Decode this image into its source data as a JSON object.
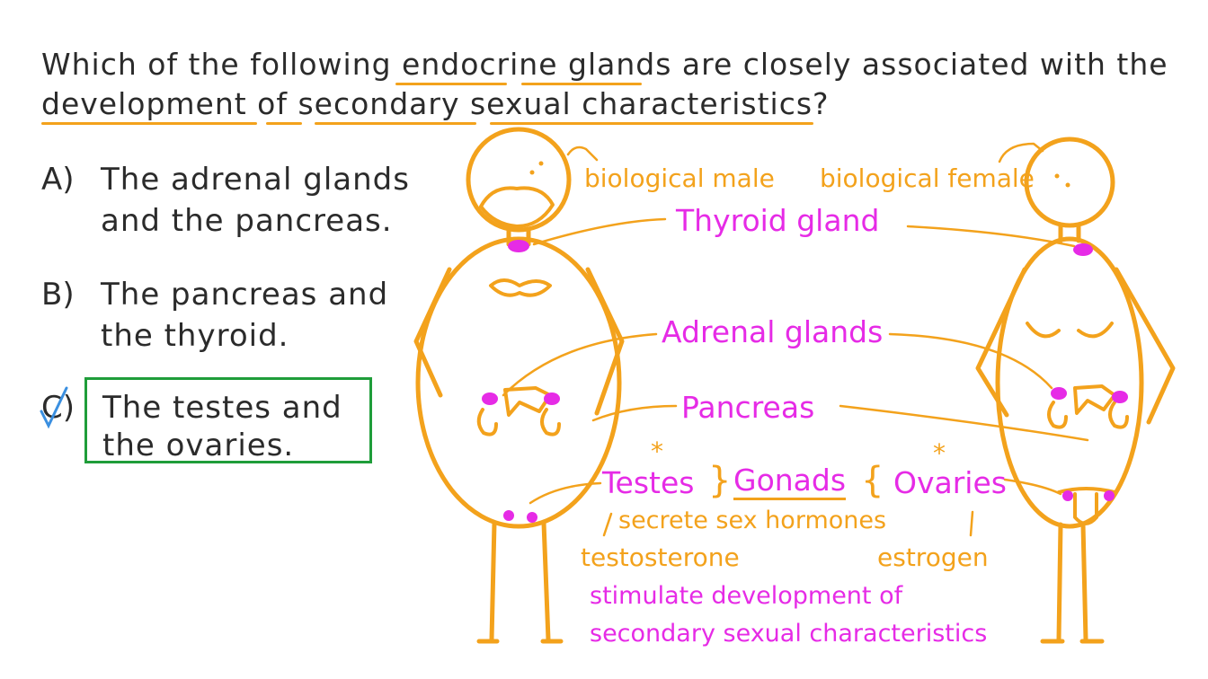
{
  "question": {
    "line1": "Which of the following endocrine glands are closely associated with the",
    "line2": "development of secondary sexual characteristics?"
  },
  "options": [
    {
      "letter": "A)",
      "line1": "The adrenal glands",
      "line2": "and the pancreas."
    },
    {
      "letter": "B)",
      "line1": "The pancreas and",
      "line2": "the thyroid."
    },
    {
      "letter": "C)",
      "line1": "The testes and",
      "line2": "the ovaries."
    }
  ],
  "diagram": {
    "male_label": "biological male",
    "female_label": "biological female",
    "thyroid": "Thyroid gland",
    "adrenal": "Adrenal glands",
    "pancreas": "Pancreas",
    "testes": "Testes",
    "gonads": "Gonads",
    "ovaries": "Ovaries",
    "asterisk": "*",
    "brace_left": "}",
    "brace_right": "{",
    "secrete": "secrete sex hormones",
    "testosterone": "testosterone",
    "estrogen": "estrogen",
    "stimulate_line1": "stimulate development of",
    "stimulate_line2": "secondary sexual characteristics"
  },
  "colors": {
    "orange": "#f3a21c",
    "pink": "#e62be6",
    "green_box": "#1f9d3a",
    "check_blue": "#3a8fe0",
    "text": "#2b2b2b"
  },
  "icons": {
    "answer_mark": "check-icon"
  }
}
